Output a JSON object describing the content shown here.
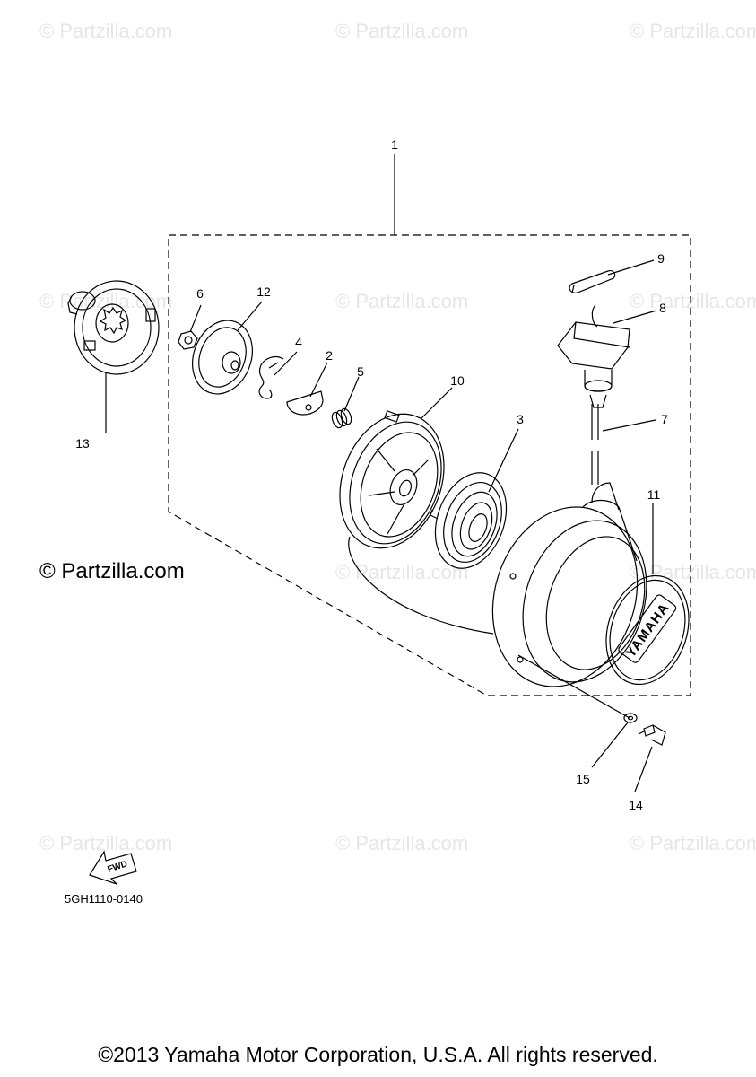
{
  "watermarks": {
    "faint_text": "© Partzilla.com",
    "main_text": "© Partzilla.com"
  },
  "callouts": {
    "c1": "1",
    "c2": "2",
    "c3": "3",
    "c4": "4",
    "c5": "5",
    "c6": "6",
    "c7": "7",
    "c8": "8",
    "c9": "9",
    "c10": "10",
    "c11": "11",
    "c12": "12",
    "c13": "13",
    "c14": "14",
    "c15": "15"
  },
  "fwd_label": "FWD",
  "brand_label": "YAMAHA",
  "diagram_code": "5GH1110-0140",
  "copyright": "©2013 Yamaha Motor Corporation, U.S.A. All rights reserved.",
  "colors": {
    "line": "#000000",
    "watermark": "#e6e6e6",
    "background": "#ffffff"
  }
}
